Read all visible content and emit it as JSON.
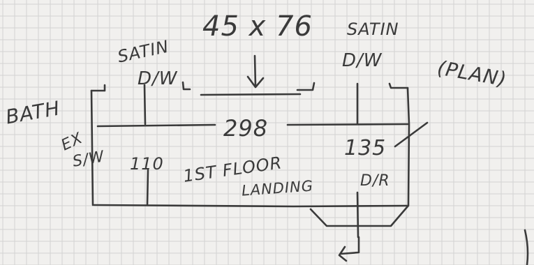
{
  "sketch": {
    "title": "45 x 76",
    "view_note": "(PLAN)",
    "room_left": "BATH",
    "labels": {
      "satin_left": "SATIN",
      "door_left": "D/W",
      "satin_right": "SATIN",
      "door_right": "D/W",
      "ex": "EX",
      "sw": "S/W",
      "floor": "1ST FLOOR",
      "landing": "LANDING",
      "dr": "D/R"
    },
    "dimensions": {
      "length": "298",
      "left_width": "110",
      "right_width": "135"
    }
  },
  "colors": {
    "paper": "#f1f0ee",
    "grid": "#d2d2d2",
    "pencil": "#3a3a3a"
  }
}
